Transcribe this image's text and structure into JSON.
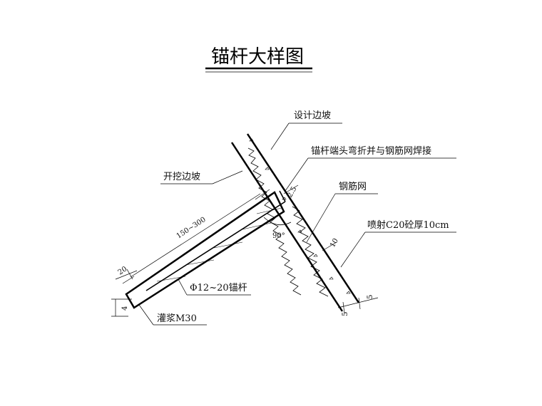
{
  "title": "锚杆大样图",
  "labels": {
    "design_slope": "设计边坡",
    "anchor_end_note": "锚杆端头弯折并与钢筋网焊接",
    "excavation_slope": "开挖边坡",
    "steel_mesh": "钢筋网",
    "shotcrete": "喷射C20砼厚10cm",
    "anchor_rod": "Φ12~20锚杆",
    "grout": "灌浆M30"
  },
  "dimensions": {
    "length": "150~300",
    "end_offset": "20",
    "hole_dia": "4",
    "bend": "2.5",
    "angle": "90°",
    "shotcrete_thk": "10",
    "edge_a": "5",
    "edge_b": "5"
  }
}
